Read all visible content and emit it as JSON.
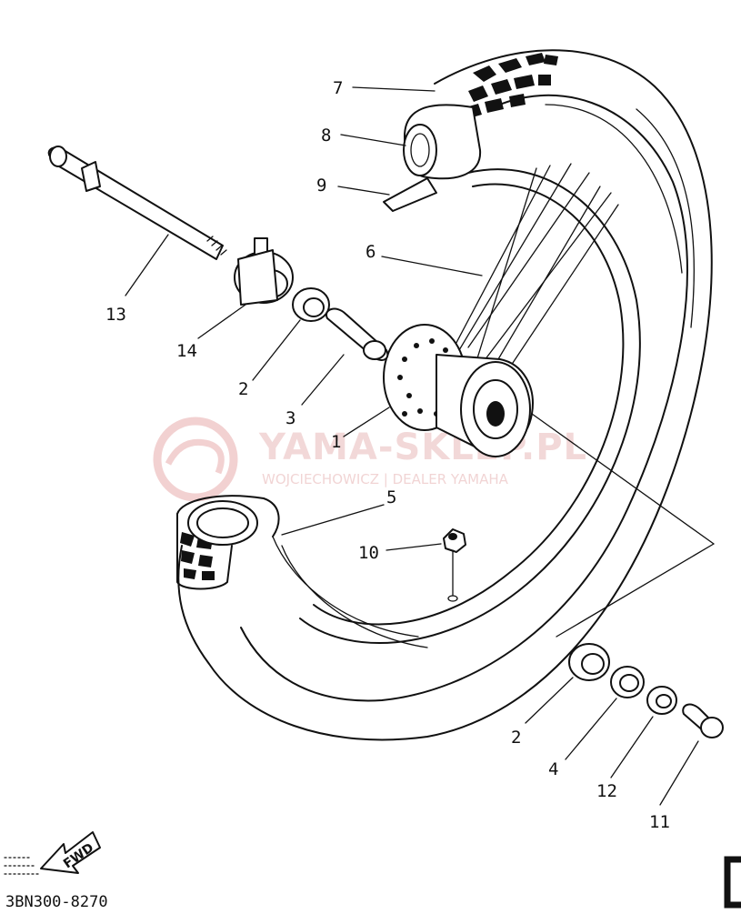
{
  "diagram": {
    "part_code": "3BN300-8270",
    "fwd_label": "FWD",
    "watermark": {
      "title": "YAMA-SKLEP.PL",
      "subtitle": "WOJCIECHOWICZ | DEALER YAMAHA"
    },
    "callouts": [
      {
        "id": "c1",
        "label": "1"
      },
      {
        "id": "c2a",
        "label": "2"
      },
      {
        "id": "c2b",
        "label": "2"
      },
      {
        "id": "c3",
        "label": "3"
      },
      {
        "id": "c4",
        "label": "4"
      },
      {
        "id": "c5",
        "label": "5"
      },
      {
        "id": "c6",
        "label": "6"
      },
      {
        "id": "c7",
        "label": "7"
      },
      {
        "id": "c8",
        "label": "8"
      },
      {
        "id": "c9",
        "label": "9"
      },
      {
        "id": "c10",
        "label": "10"
      },
      {
        "id": "c11",
        "label": "11"
      },
      {
        "id": "c12",
        "label": "12"
      },
      {
        "id": "c13",
        "label": "13"
      },
      {
        "id": "c14",
        "label": "14"
      }
    ]
  }
}
